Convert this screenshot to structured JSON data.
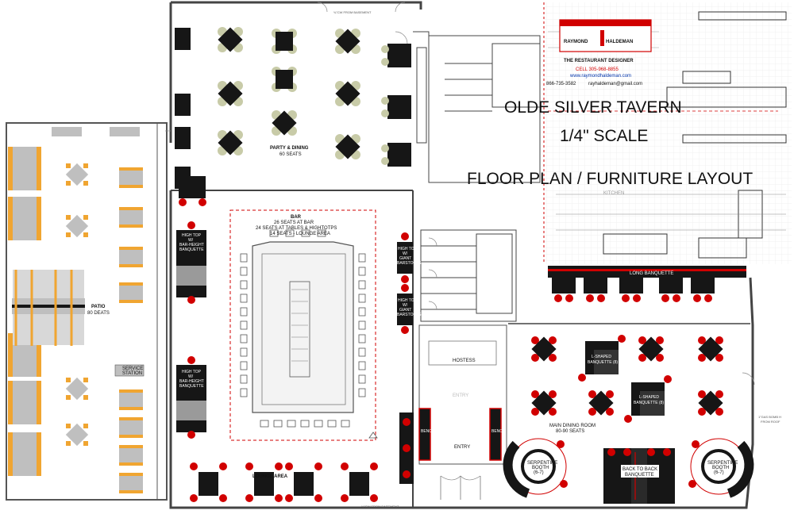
{
  "title": {
    "name": "OLDE SILVER TAVERN",
    "scale": "1/4\" SCALE",
    "subtitle": "FLOOR PLAN / FURNITURE LAYOUT"
  },
  "logo": {
    "brand_left": "RAYMOND",
    "brand_right": "HALDEMAN",
    "tagline": "THE RESTAURANT DESIGNER",
    "cell": "CELL 305-968-8855",
    "web": "www.raymondhaldeman.com",
    "phone": "866-735-3582",
    "email": "rayhaldeman@gmail.com"
  },
  "areas": {
    "patio": {
      "name": "PATIO",
      "seats": "80 DEATS"
    },
    "party": {
      "name": "PARTY & DINING",
      "seats": "60 SEATS"
    },
    "bar": {
      "name": "BAR",
      "line1": "26  SEATS AT BAR",
      "line2": "24 SEATS AT TABLES & HIGHTOTPS",
      "line3": "14 SEATS  - LOUNGE AREA"
    },
    "main_dining": {
      "name": "MAIN DINING ROOM",
      "seats": "80-90 SEATS"
    },
    "lounge": {
      "name": "LOUNGE AREA"
    },
    "entry": {
      "name": "ENTRY"
    },
    "hostess": {
      "name": "HOSTESS"
    },
    "service": {
      "line1": "SERVICE",
      "line2": "STATION"
    },
    "kitchen": {
      "name": "KITCHEN"
    }
  },
  "furniture": {
    "hightop1": [
      "HIGH TOP",
      "W/",
      "BAR-HEIGHT",
      "BANQUETTE"
    ],
    "hightop2": [
      "HIGH TOP",
      "W/",
      "BAR-HEIGHT",
      "BANQUETTE"
    ],
    "hightop_giant1": [
      "HIGH TOP",
      "W/",
      "GIANT",
      "BARSTOOLS"
    ],
    "hightop_giant2": [
      "HIGH TOP",
      "W/",
      "GIANT",
      "BARSTOOLS"
    ],
    "long_banquette": "LONG BANQUETTE",
    "lshaped1": [
      "L-SHAPED",
      "BANQUETTE (8)"
    ],
    "lshaped2": [
      "L-SHAPED",
      "BANQUETTE (8)"
    ],
    "serpentine1": [
      "SERPENTINE",
      "BOOTH",
      "(6-7)"
    ],
    "serpentine2": [
      "SERPENTINE",
      "BOOTH",
      "(6-7)"
    ],
    "back_to_back": [
      "BACK TO BACK",
      "BANQUETTE"
    ],
    "bench": "BENCH"
  },
  "notes": {
    "cw_basement_top": "¾\"CW FROM BASEMENT",
    "cw_basement_bottom": "¾\"CW FROM BASEMENT",
    "gas": [
      "1\"GAS BOMB H",
      "FROM ROOF"
    ]
  },
  "colors": {
    "accent": "#d10000",
    "furniture": "#161616",
    "chair_green": "#c8cba8",
    "patio_chair": "#f0a531",
    "patio_table": "#bfbfbf"
  }
}
